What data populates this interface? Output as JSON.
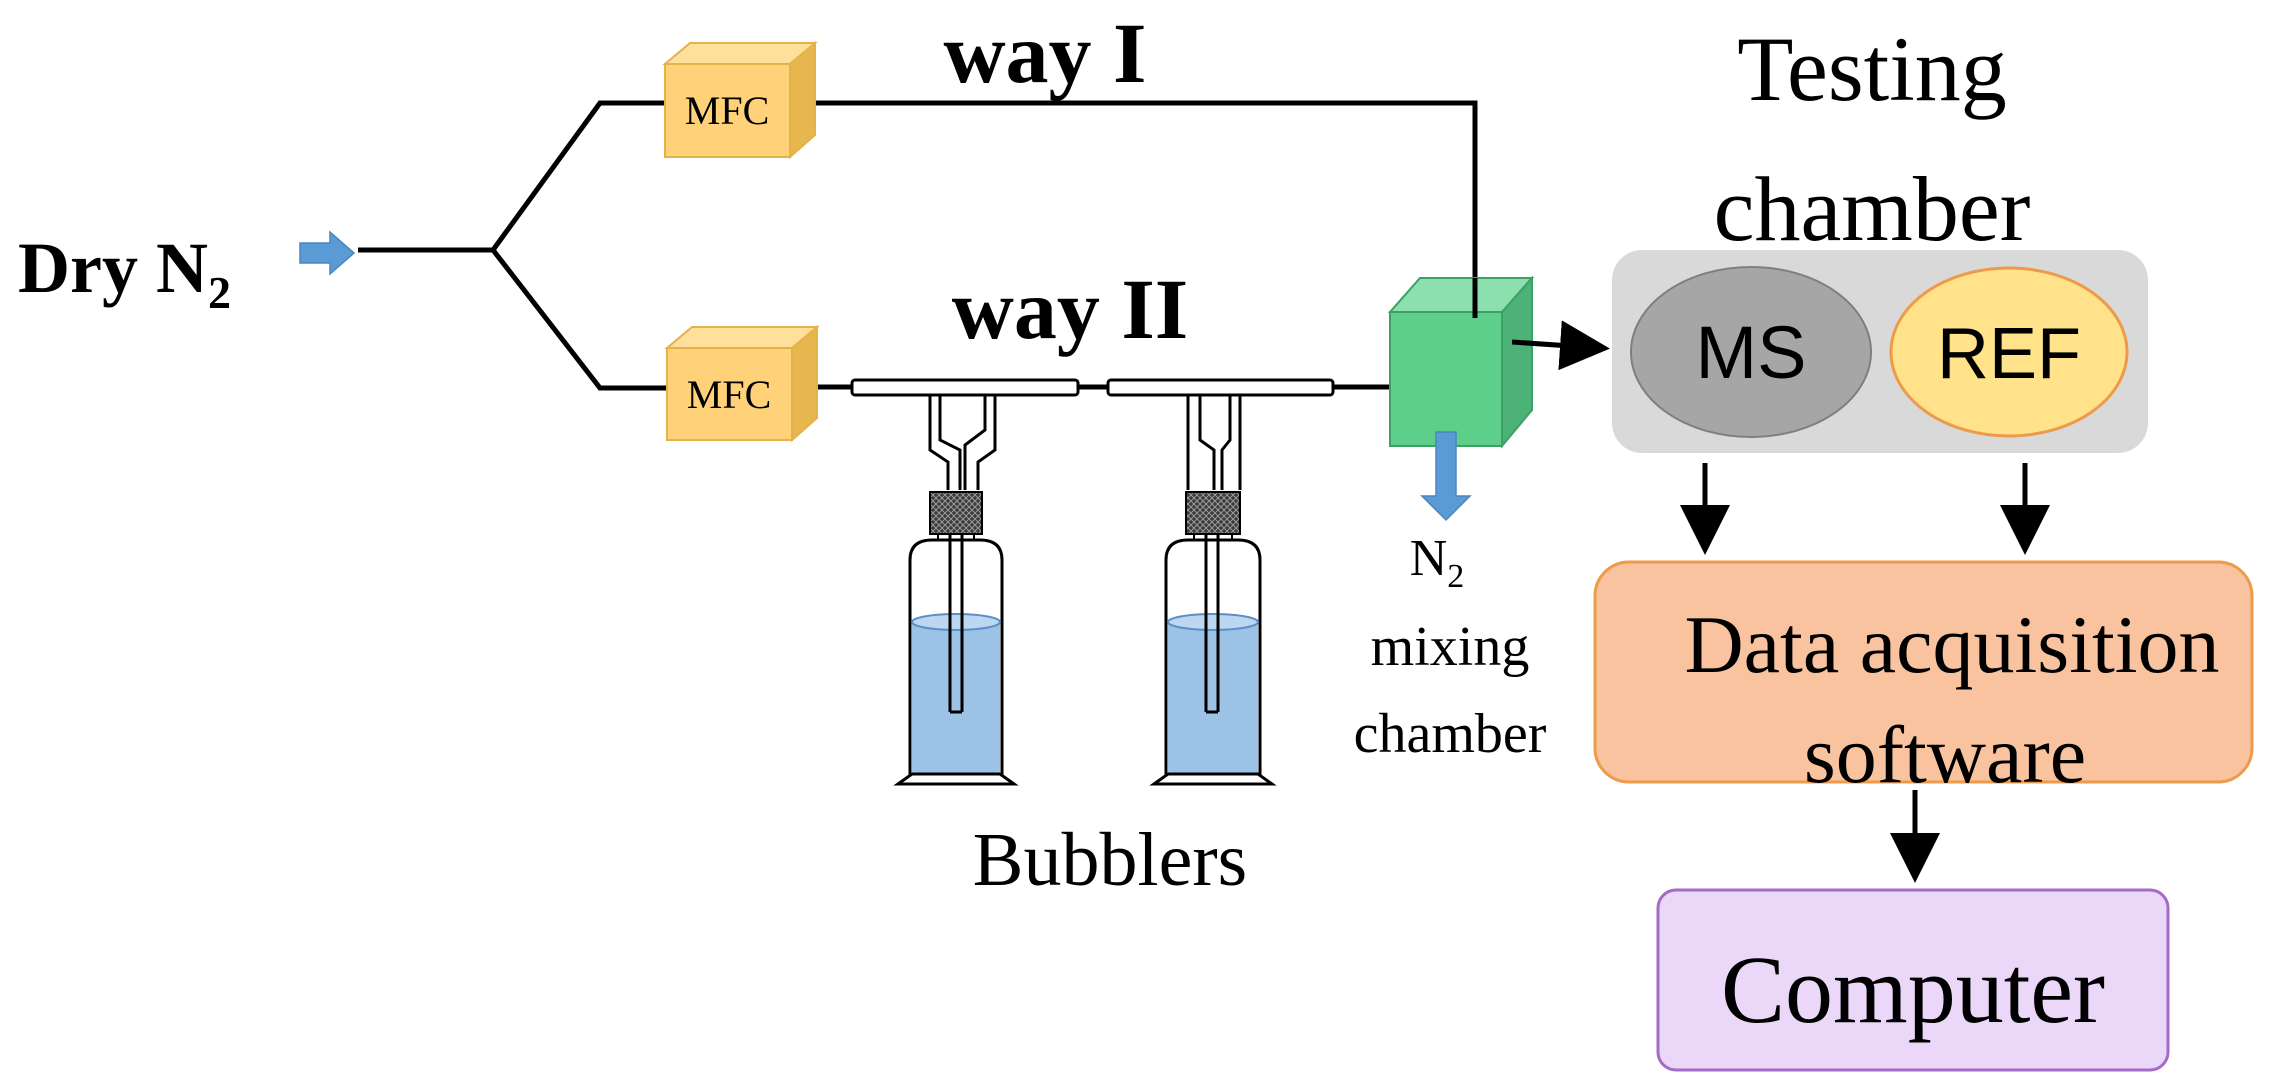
{
  "labels": {
    "dry": "Dry N",
    "dry_sub": "2",
    "way1": "way I",
    "way2": "way II",
    "mfc1": "MFC",
    "mfc2": "MFC",
    "testing_line1": "Testing",
    "testing_line2": "chamber",
    "ms": "MS",
    "ref": "REF",
    "exhaust_n": "N",
    "exhaust_sub": "2",
    "mixing_line1": "mixing",
    "mixing_line2": "chamber",
    "bubblers": "Bubblers",
    "daq_line1": "Data acquisition",
    "daq_line2": "software",
    "computer": "Computer"
  },
  "colors": {
    "mfc": "#FFD27A",
    "mixing_chamber": "#5ECF8A",
    "testing_bg": "#D9D9D9",
    "ms": "#A6A6A6",
    "ref": "#FFE28A",
    "daq": "#F8C39E",
    "computer": "#EBD7F7",
    "arrow_blue": "#5B9BD5",
    "water": "#9CC3E6"
  },
  "icons": {
    "inlet_arrow": "right-arrow-icon",
    "exhaust_arrow": "down-arrow-icon"
  }
}
